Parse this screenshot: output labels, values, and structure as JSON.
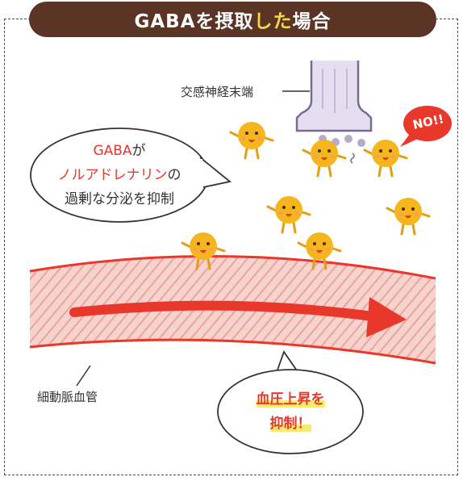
{
  "title": {
    "pre": "GABAを摂取",
    "highlight": "した",
    "post": "場合"
  },
  "labels": {
    "nerve_terminal": "交感神経末端",
    "blood_vessel": "細動脈血管"
  },
  "bubble_gaba": {
    "line1_red": "GABA",
    "line1_rest": "が",
    "line2_red": "ノルアドレナリン",
    "line2_rest": "の",
    "line3": "過剰な分泌を抑制"
  },
  "bubble_bp": {
    "line1": "血圧上昇を",
    "line2": "抑制！"
  },
  "bubble_no": "NO!!",
  "colors": {
    "title_bg": "#5a3526",
    "title_highlight": "#f6d64b",
    "accent_red": "#e8382b",
    "character": "#f5b51c",
    "vessel": "#f4c3bd",
    "nerve": "#d9d3e8"
  }
}
